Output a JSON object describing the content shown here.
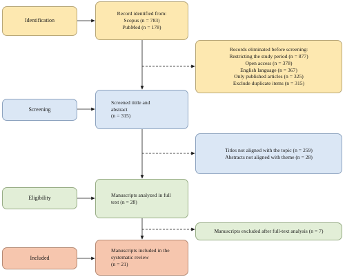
{
  "stages": {
    "identification": "Identification",
    "screening": "Screening",
    "eligibility": "Eligibility",
    "included": "Included"
  },
  "boxes": {
    "records_identified": [
      "Record identified from:",
      "Scopus (n = 783)",
      "PubMed (n = 178)"
    ],
    "records_eliminated": [
      "Records eliminated before screening:",
      "Restricting the study period (n = 877)",
      "Open access (n = 378)",
      "English language (n = 367)",
      "Only published articles (n = 325)",
      "Exclude duplicate items (n = 315)"
    ],
    "screened": [
      "Screened tittle and",
      "abstract",
      "(n = 315)"
    ],
    "screen_excluded": [
      "Titles not aligned with the topic (n = 259)",
      "Abstracts not aligned with theme (n = 28)"
    ],
    "full_text": [
      "Manuscripts analyzed in full",
      "text (n = 28)"
    ],
    "full_text_excluded": [
      "Manuscripts excluded after full-text analysis (n = 7)"
    ],
    "included": [
      "Manuscripts included in the",
      "systematic review",
      "(n = 21)"
    ]
  },
  "colors": {
    "identification": "#fde8b0",
    "screening": "#dbe7f5",
    "eligibility": "#e2eed7",
    "included": "#f6c6ae"
  }
}
